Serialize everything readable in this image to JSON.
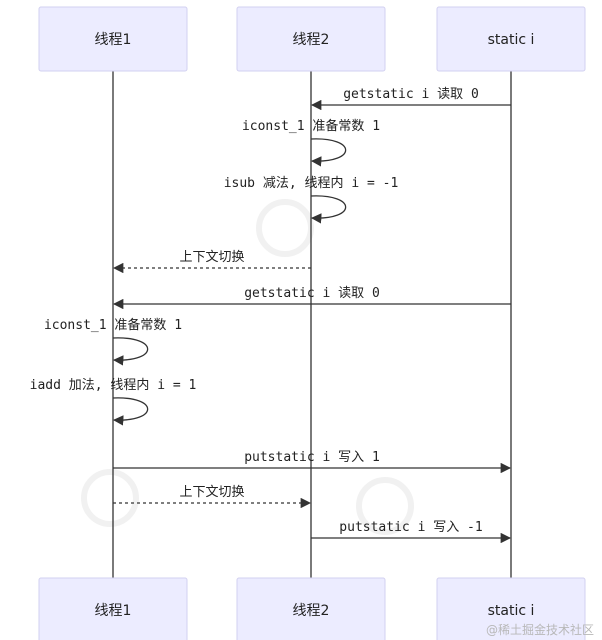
{
  "diagram": {
    "type": "sequence",
    "participants": [
      {
        "id": "t1",
        "label": "线程1"
      },
      {
        "id": "t2",
        "label": "线程2"
      },
      {
        "id": "si",
        "label": "static i"
      }
    ],
    "messages": [
      {
        "from": "si",
        "to": "t2",
        "label": "getstatic i 读取 0",
        "style": "solid"
      },
      {
        "from": "t2",
        "to": "t2",
        "label": "iconst_1 准备常数 1",
        "style": "solid"
      },
      {
        "from": "t2",
        "to": "t2",
        "label": "isub 减法, 线程内 i = -1",
        "style": "solid"
      },
      {
        "from": "t2",
        "to": "t1",
        "label": "上下文切换",
        "style": "dashed"
      },
      {
        "from": "si",
        "to": "t1",
        "label": "getstatic i 读取 0",
        "style": "solid"
      },
      {
        "from": "t1",
        "to": "t1",
        "label": "iconst_1 准备常数 1",
        "style": "solid"
      },
      {
        "from": "t1",
        "to": "t1",
        "label": "iadd 加法, 线程内 i = 1",
        "style": "solid"
      },
      {
        "from": "t1",
        "to": "si",
        "label": "putstatic i 写入 1",
        "style": "solid"
      },
      {
        "from": "t1",
        "to": "t2",
        "label": "上下文切换",
        "style": "dashed"
      },
      {
        "from": "t2",
        "to": "si",
        "label": "putstatic i 写入 -1",
        "style": "solid"
      }
    ]
  },
  "watermark": "@稀土掘金技术社区",
  "colors": {
    "actor_fill": "#ececff",
    "actor_stroke": "#d2d0f0",
    "line": "#333333",
    "text": "#222222"
  }
}
